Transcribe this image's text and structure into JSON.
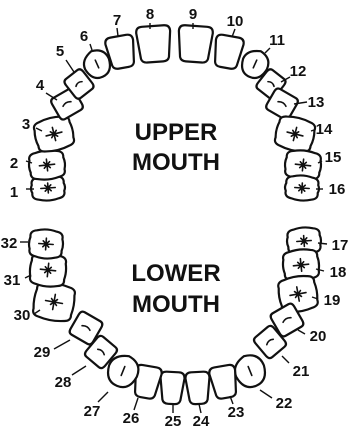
{
  "regions": {
    "upper_line1": "UPPER",
    "upper_line2": "MOUTH",
    "lower_line1": "LOWER",
    "lower_line2": "MOUTH"
  },
  "teeth": [
    {
      "number": "1"
    },
    {
      "number": "2"
    },
    {
      "number": "3"
    },
    {
      "number": "4"
    },
    {
      "number": "5"
    },
    {
      "number": "6"
    },
    {
      "number": "7"
    },
    {
      "number": "8"
    },
    {
      "number": "9"
    },
    {
      "number": "10"
    },
    {
      "number": "11"
    },
    {
      "number": "12"
    },
    {
      "number": "13"
    },
    {
      "number": "14"
    },
    {
      "number": "15"
    },
    {
      "number": "16"
    },
    {
      "number": "17"
    },
    {
      "number": "18"
    },
    {
      "number": "19"
    },
    {
      "number": "20"
    },
    {
      "number": "21"
    },
    {
      "number": "22"
    },
    {
      "number": "23"
    },
    {
      "number": "24"
    },
    {
      "number": "25"
    },
    {
      "number": "26"
    },
    {
      "number": "27"
    },
    {
      "number": "28"
    },
    {
      "number": "29"
    },
    {
      "number": "30"
    },
    {
      "number": "31"
    },
    {
      "number": "32"
    }
  ]
}
